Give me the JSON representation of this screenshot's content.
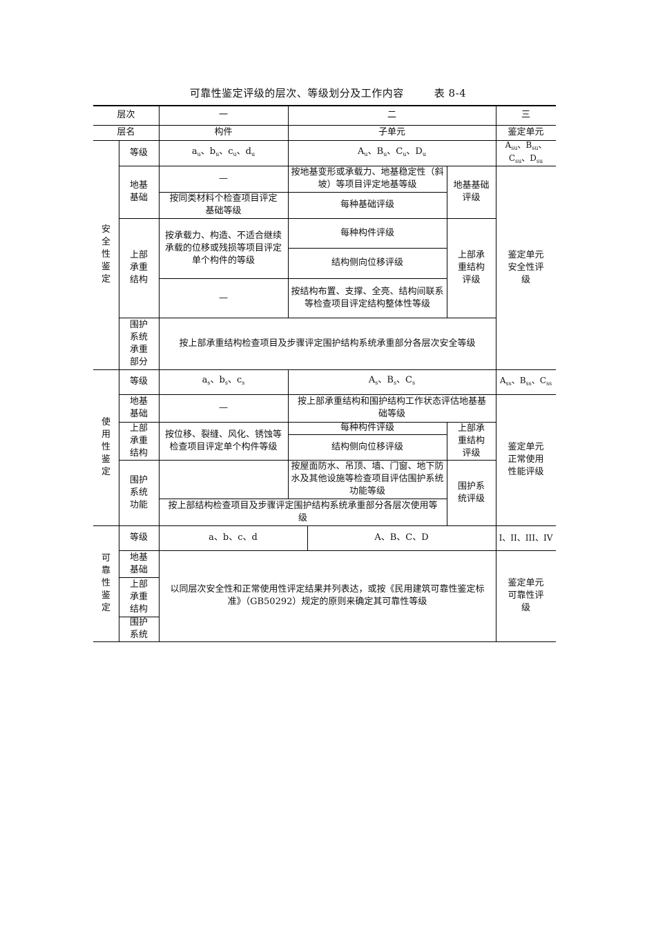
{
  "title": {
    "text": "可靠性鉴定评级的层次、等级划分及工作内容",
    "table_no": "表 8-4"
  },
  "header": {
    "level_label": "层次",
    "level_1": "一",
    "level_2": "二",
    "level_3": "三",
    "name_label": "层名",
    "name_1": "构件",
    "name_2": "子单元",
    "name_3": "鉴定单元"
  },
  "safety": {
    "category": "安全性鉴定",
    "grade_label": "等级",
    "grade_1": "a_u、b_u、c_u、d_u",
    "grade_2": "A_u、B_u、C_u、D_u",
    "grade_3": "A_su、B_su、C_su、D_su",
    "foundation_label": "地基基础",
    "foundation_dash": "—",
    "foundation_sub1": "按地基变形或承载力、地基稳定性（斜坡）等项目评定地基等级",
    "foundation_item": "按同类材料个检查项目评定基础等级",
    "foundation_sub2": "每种基础评级",
    "foundation_result": "地基基础评级",
    "upper_label": "上部承重结构",
    "upper_item": "按承载力、构造、不适合继续承载的位移或残损等项目评定单个构件的等级",
    "upper_sub1": "每种构件评级",
    "upper_sub2": "结构侧向位移评级",
    "upper_dash": "—",
    "upper_sub3": "按结构布置、支撑、全亮、结构间联系等检查项目评定结构整体性等级",
    "upper_result": "上部承重结构评级",
    "enclosure_label": "围护系统承重部分",
    "enclosure_text": "按上部承重结构检查项目及步骤评定围护结构系统承重部分各层次安全等级",
    "unit_result": "鉴定单元安全性评级"
  },
  "serviceability": {
    "category": "使用性鉴定",
    "grade_label": "等级",
    "grade_1": "a_s、b_s、c_s",
    "grade_2": "A_s、B_s、C_s",
    "grade_3": "A_ss、B_ss、C_ss",
    "foundation_label": "地基基础",
    "foundation_dash": "—",
    "foundation_text": "按上部承重结构和围护结构工作状态评估地基基础等级",
    "upper_label": "上部承重结构",
    "upper_item": "按位移、裂缝、风化、锈蚀等检查项目评定单个构件等级",
    "upper_sub1": "每种构件评级",
    "upper_sub2": "结构侧向位移评级",
    "upper_result": "上部承重结构评级",
    "enclosure_label": "围护系统功能",
    "enclosure_sub": "按屋面防水、吊顶、墙、门窗、地下防水及其他设施等检查项目评估围护系统功能等级",
    "enclosure_text": "按上部结构检查项目及步骤评定围护结构系统承重部分各层次使用等级",
    "enclosure_result": "围护系统评级",
    "unit_result": "鉴定单元正常使用性能评级"
  },
  "reliability": {
    "category": "可靠性鉴定",
    "grade_label": "等级",
    "grade_1": "a、b、c、d",
    "grade_2": "A、B、C、D",
    "grade_3": "I、II、III、IV",
    "foundation_label": "地基基础",
    "upper_label": "上部承重结构",
    "enclosure_label": "围护系统",
    "text": "以同层次安全性和正常使用性评定结果并列表达，或按《民用建筑可靠性鉴定标准》（GB50292）规定的原则来确定其可靠性等级",
    "unit_result": "鉴定单元可靠性评级"
  }
}
